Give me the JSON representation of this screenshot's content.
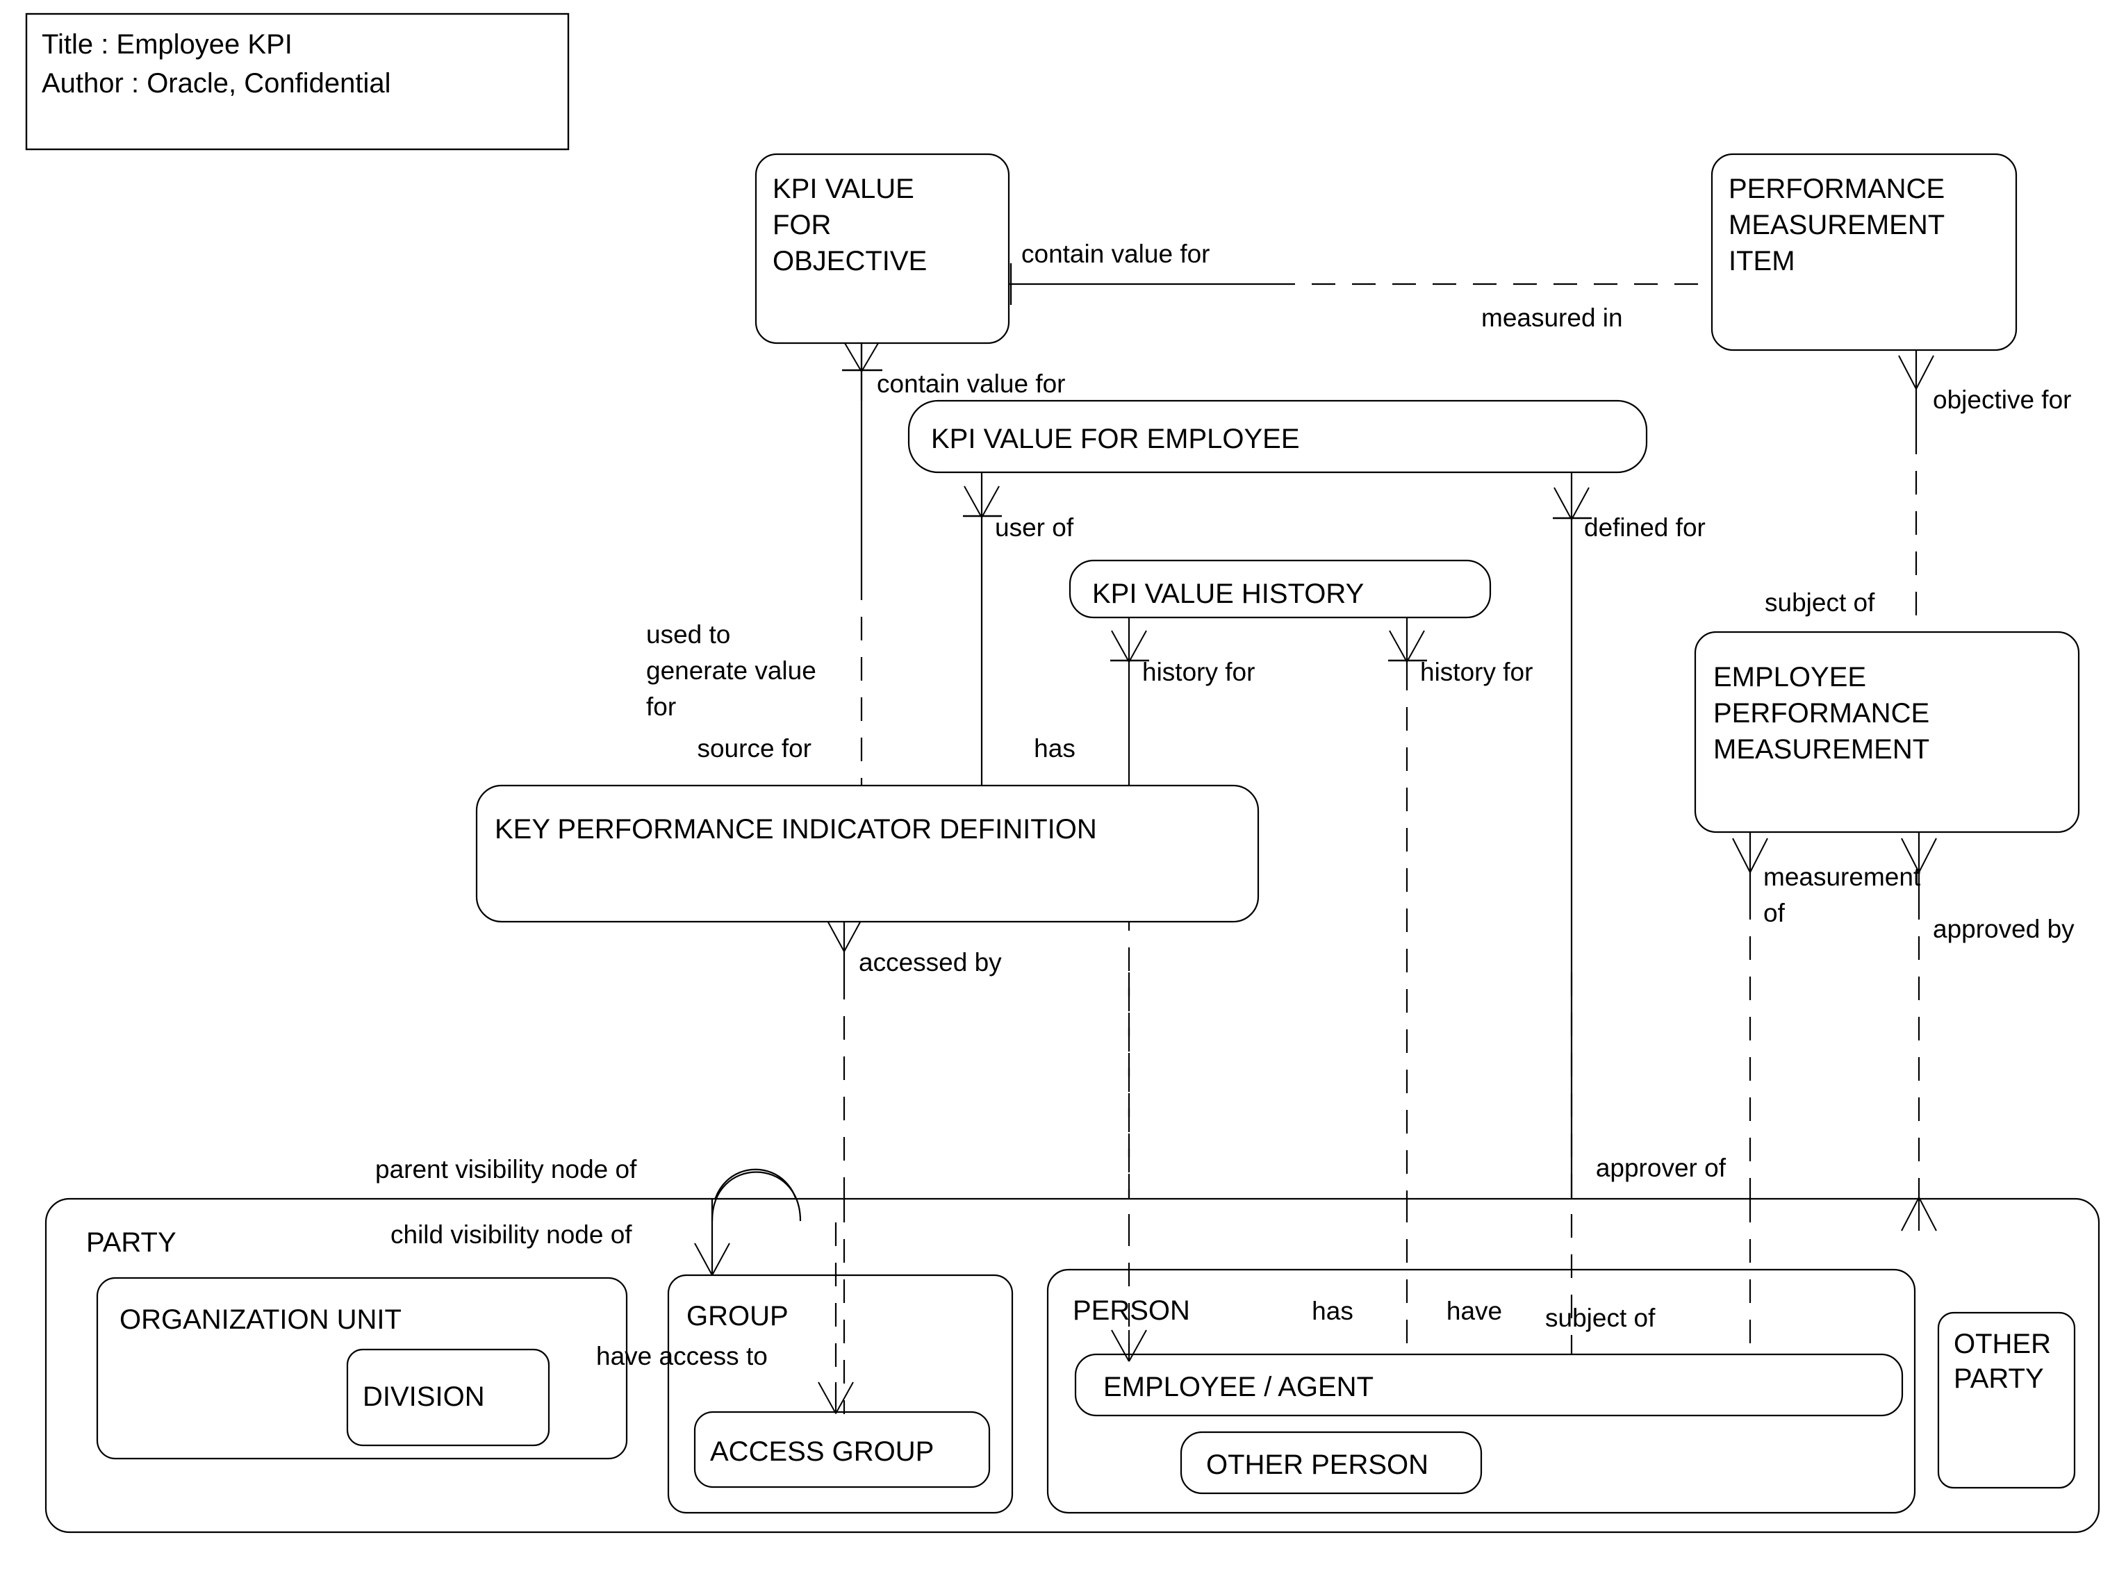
{
  "meta": {
    "title_line": "Title : Employee KPI",
    "author_line": "Author : Oracle, Confidential"
  },
  "entities": {
    "kpi_value_for_objective": "KPI VALUE FOR OBJECTIVE",
    "kpi_value_for_objective_l1": "KPI VALUE",
    "kpi_value_for_objective_l2": "FOR",
    "kpi_value_for_objective_l3": "OBJECTIVE",
    "performance_measurement_item": "PERFORMANCE MEASUREMENT ITEM",
    "performance_measurement_item_l1": "PERFORMANCE",
    "performance_measurement_item_l2": "MEASUREMENT",
    "performance_measurement_item_l3": "ITEM",
    "kpi_value_for_employee": "KPI VALUE FOR EMPLOYEE",
    "kpi_value_history": "KPI VALUE HISTORY",
    "employee_performance_measurement": "EMPLOYEE PERFORMANCE MEASUREMENT",
    "employee_performance_measurement_l1": "EMPLOYEE",
    "employee_performance_measurement_l2": "PERFORMANCE",
    "employee_performance_measurement_l3": "MEASUREMENT",
    "key_performance_indicator_definition": "KEY PERFORMANCE INDICATOR DEFINITION",
    "party": "PARTY",
    "organization_unit": "ORGANIZATION UNIT",
    "division": "DIVISION",
    "group": "GROUP",
    "access_group": "ACCESS GROUP",
    "person": "PERSON",
    "employee_agent": "EMPLOYEE / AGENT",
    "other_person": "OTHER PERSON",
    "other_party": "OTHER PARTY",
    "other_party_l1": "OTHER",
    "other_party_l2": "PARTY"
  },
  "relationship_labels": {
    "contain_value_for_item": "contain value for",
    "measured_in": "measured in",
    "contain_value_for_employee": "contain value for",
    "objective_for": "objective for",
    "user_of": "user of",
    "defined_for": "defined for",
    "subject_of_epm": "subject of",
    "history_for_left": "history for",
    "history_for_right": "history for",
    "used_to_generate_value_for_l1": "used to",
    "used_to_generate_value_for_l2": "generate value",
    "used_to_generate_value_for_l3": "for",
    "source_for": "source for",
    "has_kpi": "has",
    "measurement_of_l1": "measurement",
    "measurement_of_l2": "of",
    "approved_by": "approved by",
    "accessed_by": "accessed by",
    "approver_of": "approver of",
    "parent_visibility_node_of": "parent visibility node of",
    "child_visibility_node_of": "child visibility node of",
    "have_access_to": "have access to",
    "person_has": "has",
    "person_have": "have",
    "person_subject_of": "subject of"
  },
  "colors": {
    "stroke": "#000000",
    "fill": "#ffffff",
    "text": "#000000"
  }
}
